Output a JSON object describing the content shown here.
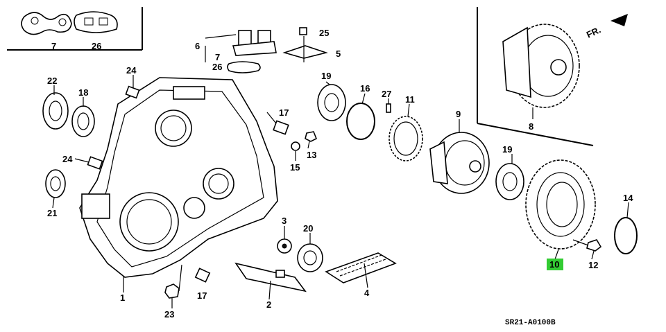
{
  "diagram": {
    "code": "SR21-A0100B",
    "direction_label": "FR.",
    "highlight_color": "#33cc33",
    "callouts": [
      {
        "id": "c7a",
        "label": "7"
      },
      {
        "id": "c26a",
        "label": "26"
      },
      {
        "id": "c6",
        "label": "6"
      },
      {
        "id": "c7b",
        "label": "7"
      },
      {
        "id": "c26b",
        "label": "26"
      },
      {
        "id": "c25",
        "label": "25"
      },
      {
        "id": "c5",
        "label": "5"
      },
      {
        "id": "c22",
        "label": "22"
      },
      {
        "id": "c18",
        "label": "18"
      },
      {
        "id": "c24a",
        "label": "24"
      },
      {
        "id": "c24b",
        "label": "24"
      },
      {
        "id": "c21",
        "label": "21"
      },
      {
        "id": "c17a",
        "label": "17"
      },
      {
        "id": "c17b",
        "label": "17"
      },
      {
        "id": "c19a",
        "label": "19"
      },
      {
        "id": "c19b",
        "label": "19"
      },
      {
        "id": "c16",
        "label": "16"
      },
      {
        "id": "c27",
        "label": "27"
      },
      {
        "id": "c11",
        "label": "11"
      },
      {
        "id": "c9",
        "label": "9"
      },
      {
        "id": "c8",
        "label": "8"
      },
      {
        "id": "c15",
        "label": "15"
      },
      {
        "id": "c13",
        "label": "13"
      },
      {
        "id": "c3",
        "label": "3"
      },
      {
        "id": "c20",
        "label": "20"
      },
      {
        "id": "c1",
        "label": "1"
      },
      {
        "id": "c23",
        "label": "23"
      },
      {
        "id": "c2",
        "label": "2"
      },
      {
        "id": "c4",
        "label": "4"
      },
      {
        "id": "c10",
        "label": "10"
      },
      {
        "id": "c12",
        "label": "12"
      },
      {
        "id": "c14",
        "label": "14"
      }
    ]
  }
}
